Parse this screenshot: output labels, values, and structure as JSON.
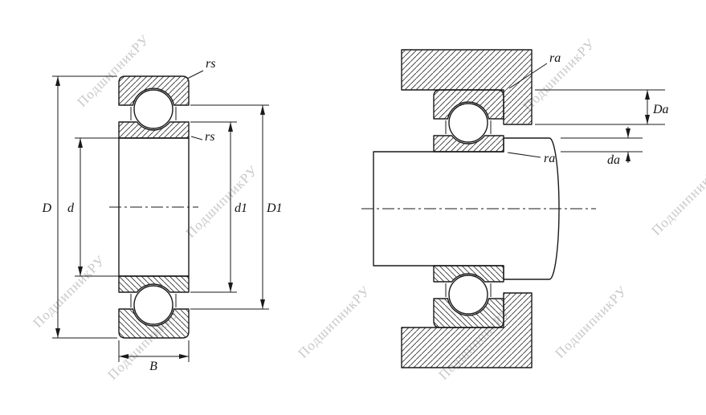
{
  "diagram": {
    "watermark_text": "ПодшипникРУ",
    "left_view": {
      "labels": {
        "rs_outer": "rs",
        "rs_inner": "rs",
        "outer_diameter": "D",
        "bore_diameter": "d",
        "inner_shoulder_diameter": "d1",
        "outer_shoulder_diameter": "D1",
        "width": "B"
      }
    },
    "right_view": {
      "labels": {
        "ra_housing": "ra",
        "ra_shaft": "ra",
        "housing_abutment_diameter": "Da",
        "shaft_abutment_diameter": "da"
      }
    },
    "colors": {
      "line": "#1a1a1a",
      "watermark": "#c9c9c9",
      "background": "#ffffff"
    }
  }
}
